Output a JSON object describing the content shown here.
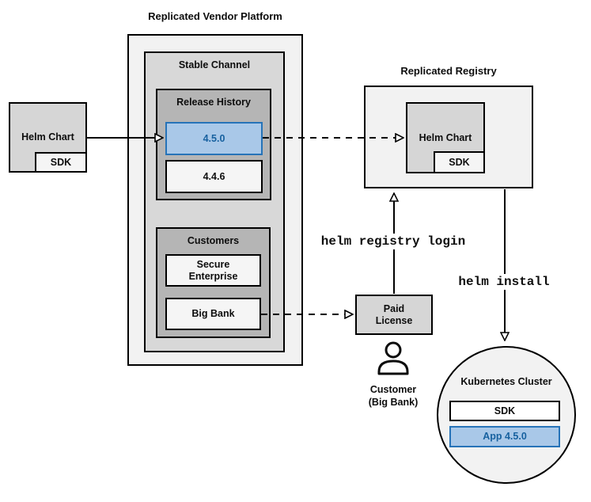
{
  "colors": {
    "canvas_bg": "#ffffff",
    "gray_lightest": "#f2f2f2",
    "gray_light": "#d8d8d8",
    "gray_mid": "#b5b5b5",
    "gray_box": "#d6d6d6",
    "near_white": "#f5f5f5",
    "white": "#ffffff",
    "line": "#000000",
    "highlight_fill": "#a9c8e8",
    "highlight_border": "#2673b8",
    "highlight_text": "#17619f"
  },
  "platform": {
    "title": "Replicated Vendor Platform",
    "stable_channel": {
      "label": "Stable Channel",
      "release_history": {
        "label": "Release History",
        "releases": [
          {
            "version": "4.5.0",
            "highlighted": true
          },
          {
            "version": "4.4.6",
            "highlighted": false
          }
        ]
      },
      "customers": {
        "label": "Customers",
        "items": [
          {
            "name": "Secure Enterprise"
          },
          {
            "name": "Big Bank"
          }
        ]
      }
    }
  },
  "source": {
    "helm_chart_label": "Helm Chart",
    "sdk_label": "SDK"
  },
  "registry": {
    "title": "Replicated Registry",
    "helm_chart_label": "Helm Chart",
    "sdk_label": "SDK"
  },
  "license": {
    "line1": "Paid",
    "line2": "License"
  },
  "customer": {
    "line1": "Customer",
    "line2": "(Big Bank)"
  },
  "cluster": {
    "label": "Kubernetes Cluster",
    "sdk_label": "SDK",
    "app_label": "App 4.5.0"
  },
  "commands": {
    "registry_login": "helm registry login",
    "install": "helm install"
  }
}
